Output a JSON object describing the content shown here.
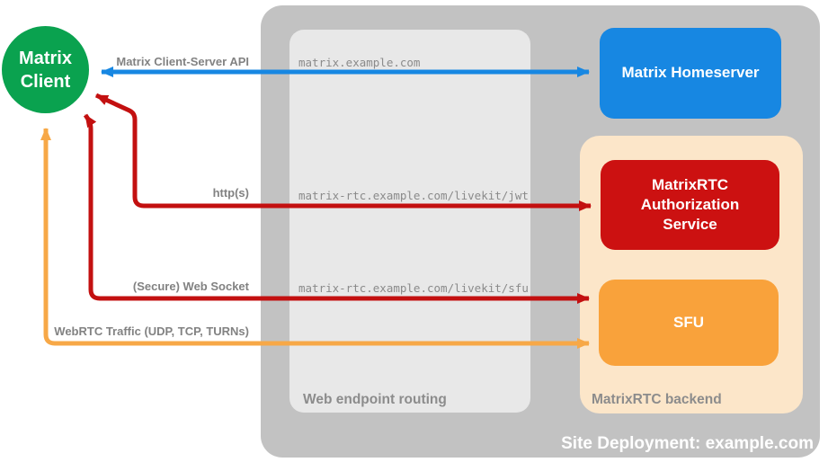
{
  "diagram": {
    "site": {
      "label": "Site Deployment: example.com"
    },
    "client": {
      "label": "Matrix Client"
    },
    "homeserver": {
      "label": "Matrix Homeserver"
    },
    "auth_service": {
      "label": "MatrixRTC Authorization Service"
    },
    "sfu": {
      "label": "SFU"
    },
    "backend": {
      "label": "MatrixRTC backend"
    },
    "routing": {
      "label": "Web endpoint routing",
      "endpoints": [
        "matrix.example.com",
        "matrix-rtc.example.com/livekit/jwt",
        "matrix-rtc.example.com/livekit/sfu"
      ]
    },
    "arrows": [
      {
        "id": "client-server-api",
        "label": "Matrix Client-Server API",
        "color": "#1787e2"
      },
      {
        "id": "https",
        "label": "http(s)",
        "color": "#c31010"
      },
      {
        "id": "websocket",
        "label": "(Secure) Web Socket",
        "color": "#c31010"
      },
      {
        "id": "webrtc",
        "label": "WebRTC Traffic (UDP, TCP, TURNs)",
        "color": "#f7a847"
      }
    ],
    "colors": {
      "client_green": "#0aa24f",
      "homeserver_blue": "#1787e2",
      "auth_red": "#cc1111",
      "sfu_orange": "#f9a23b",
      "backend_peach": "#fce6c9",
      "container_gray": "#c2c2c2",
      "routing_gray": "#e8e8e8",
      "label_gray": "#828282"
    }
  }
}
